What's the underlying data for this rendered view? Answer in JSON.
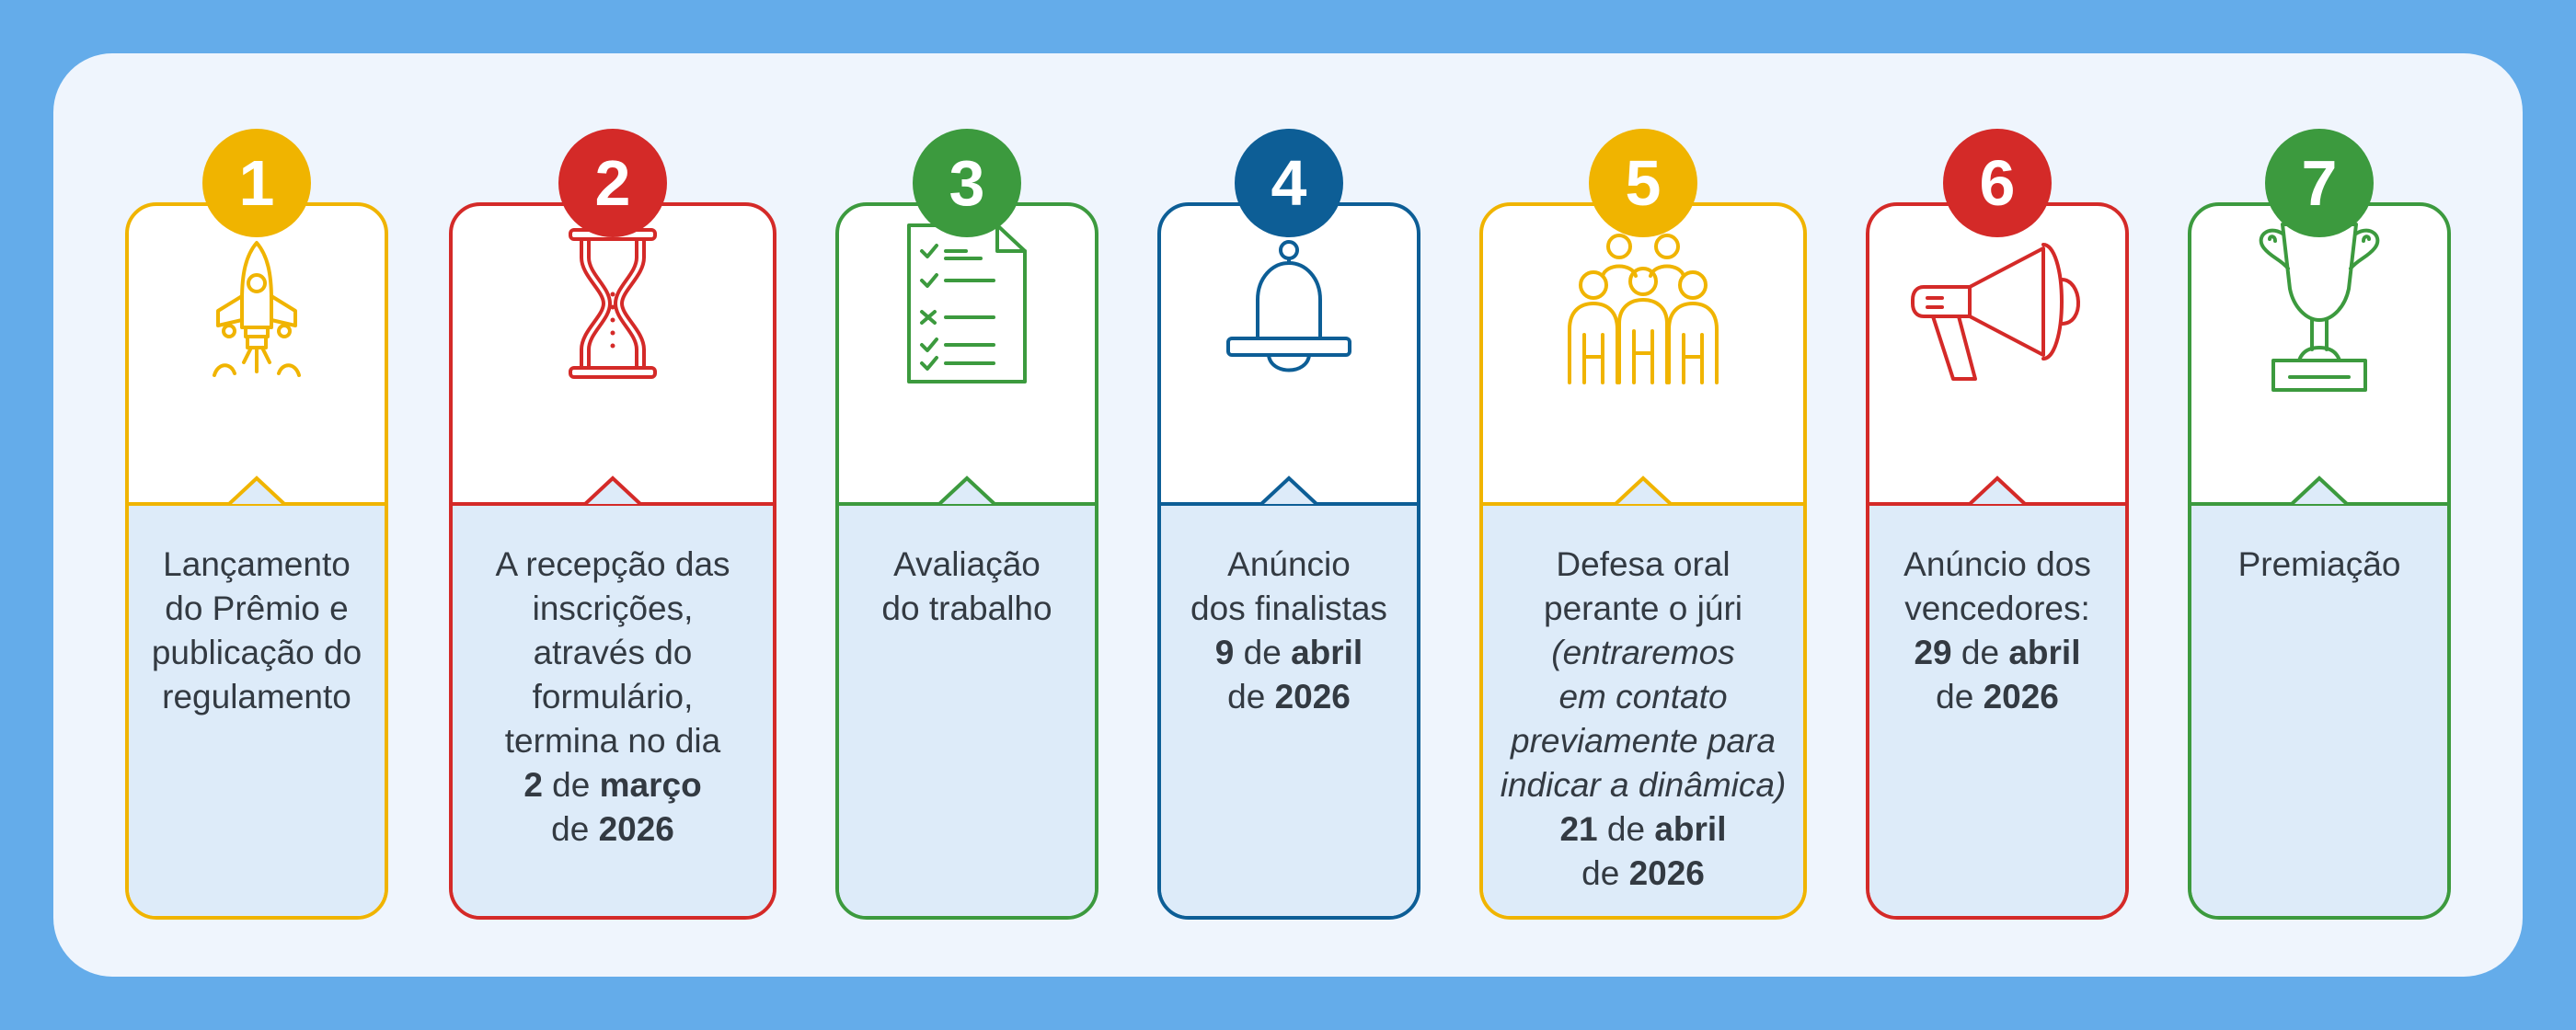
{
  "colors": {
    "background": "#64acea",
    "panel": "#eff5fd",
    "card_lower": "#ddebf9",
    "text": "#333a42",
    "yellow": "#f0b400",
    "red": "#d42a28",
    "green": "#3c9a3e",
    "blue": "#0d5e96"
  },
  "steps": [
    {
      "number": "1",
      "color": "yellow",
      "icon": "rocket-icon",
      "lines": [
        [
          {
            "t": "Lançamento"
          }
        ],
        [
          {
            "t": "do Prêmio e"
          }
        ],
        [
          {
            "t": "publicação do"
          }
        ],
        [
          {
            "t": "regulamento"
          }
        ]
      ]
    },
    {
      "number": "2",
      "color": "red",
      "icon": "hourglass-icon",
      "lines": [
        [
          {
            "t": "A recepção das"
          }
        ],
        [
          {
            "t": "inscrições,"
          }
        ],
        [
          {
            "t": "através do"
          }
        ],
        [
          {
            "t": "formulário,"
          }
        ],
        [
          {
            "t": "termina no dia"
          }
        ],
        [
          {
            "t": "2",
            "b": true
          },
          {
            "t": " de "
          },
          {
            "t": "março",
            "b": true
          }
        ],
        [
          {
            "t": "de "
          },
          {
            "t": "2026",
            "b": true
          }
        ]
      ]
    },
    {
      "number": "3",
      "color": "green",
      "icon": "checklist-document-icon",
      "lines": [
        [
          {
            "t": "Avaliação"
          }
        ],
        [
          {
            "t": "do trabalho"
          }
        ]
      ]
    },
    {
      "number": "4",
      "color": "blue",
      "icon": "bell-icon",
      "lines": [
        [
          {
            "t": "Anúncio"
          }
        ],
        [
          {
            "t": "dos finalistas"
          }
        ],
        [
          {
            "t": "9",
            "b": true
          },
          {
            "t": " de "
          },
          {
            "t": "abril",
            "b": true
          }
        ],
        [
          {
            "t": "de "
          },
          {
            "t": "2026",
            "b": true
          }
        ]
      ]
    },
    {
      "number": "5",
      "color": "yellow",
      "icon": "group-of-people-icon",
      "lines": [
        [
          {
            "t": "Defesa oral"
          }
        ],
        [
          {
            "t": "perante o júri"
          }
        ],
        [
          {
            "t": "(entraremos",
            "i": true
          }
        ],
        [
          {
            "t": "em contato",
            "i": true
          }
        ],
        [
          {
            "t": "previamente para",
            "i": true
          }
        ],
        [
          {
            "t": "indicar a dinâmica)",
            "i": true
          }
        ],
        [
          {
            "t": "21",
            "b": true
          },
          {
            "t": " de "
          },
          {
            "t": "abril",
            "b": true
          }
        ],
        [
          {
            "t": "de "
          },
          {
            "t": "2026",
            "b": true
          }
        ]
      ]
    },
    {
      "number": "6",
      "color": "red",
      "icon": "megaphone-icon",
      "lines": [
        [
          {
            "t": "Anúncio dos"
          }
        ],
        [
          {
            "t": "vencedores:"
          }
        ],
        [
          {
            "t": "29",
            "b": true
          },
          {
            "t": " de "
          },
          {
            "t": "abril",
            "b": true
          }
        ],
        [
          {
            "t": "de "
          },
          {
            "t": "2026",
            "b": true
          }
        ]
      ]
    },
    {
      "number": "7",
      "color": "green",
      "icon": "trophy-icon",
      "lines": [
        [
          {
            "t": "Premiação"
          }
        ]
      ]
    }
  ]
}
